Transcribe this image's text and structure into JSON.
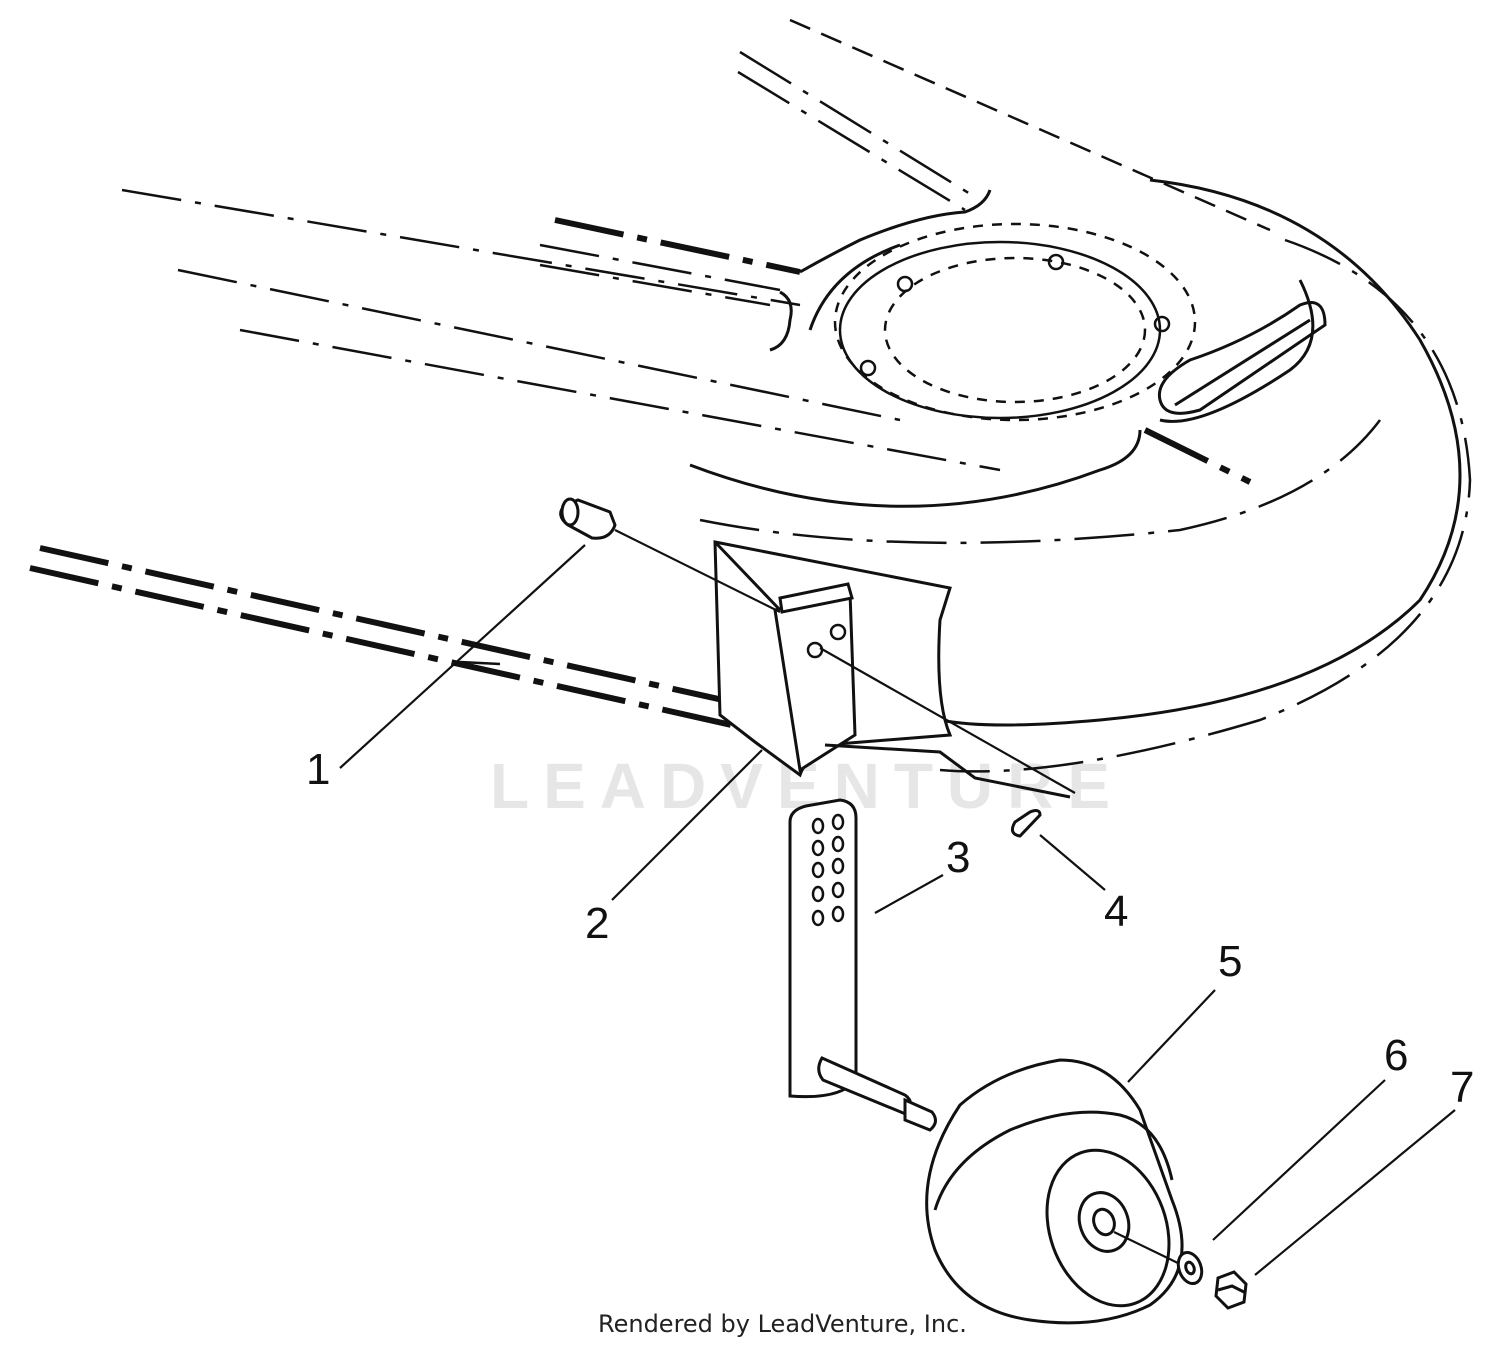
{
  "diagram": {
    "callouts": [
      {
        "id": "1",
        "label": "1"
      },
      {
        "id": "2",
        "label": "2"
      },
      {
        "id": "3",
        "label": "3"
      },
      {
        "id": "4",
        "label": "4"
      },
      {
        "id": "5",
        "label": "5"
      },
      {
        "id": "6",
        "label": "6"
      },
      {
        "id": "7",
        "label": "7"
      }
    ],
    "watermark": "LEADVENTURE",
    "footer": "Rendered by LeadVenture, Inc."
  }
}
